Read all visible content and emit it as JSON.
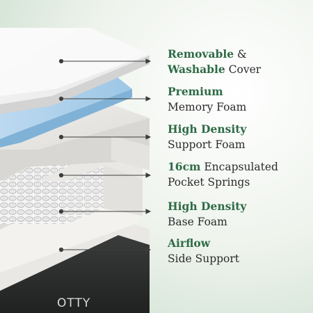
{
  "image": {
    "subject": "mattress-layers",
    "colors": {
      "background": "#f1f4ef",
      "heading_green": "#2e6b46",
      "body_text": "#2b2b2b",
      "memory_foam_blue": "#a9cde8",
      "base_black": "#2a2b2b"
    }
  },
  "brand": "OTTY",
  "layers": [
    {
      "strong": "Removable",
      "text1": " &",
      "strong2": "Washable",
      "text2": " Cover"
    },
    {
      "strong": "Premium",
      "text1": "",
      "strong2": "",
      "text2": "Memory Foam"
    },
    {
      "strong": "High Density",
      "text1": "",
      "strong2": "",
      "text2": "Support Foam"
    },
    {
      "strong": "16cm",
      "text1": " Encapsulated",
      "strong2": "",
      "text2": "Pocket Springs"
    },
    {
      "strong": "High Density",
      "text1": "",
      "strong2": "",
      "text2": "Base Foam"
    },
    {
      "strong": "Airflow",
      "text1": "",
      "strong2": "",
      "text2": "Side Support"
    }
  ]
}
